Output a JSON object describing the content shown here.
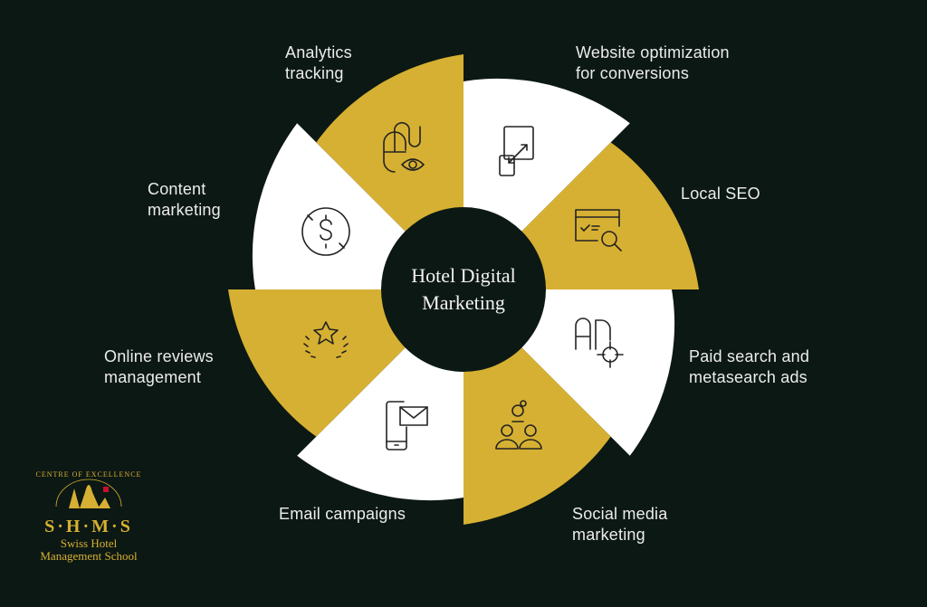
{
  "colors": {
    "background": "#0c1814",
    "gold": "#d6b032",
    "white": "#ffffff",
    "center": "#0c1814"
  },
  "center": {
    "line1": "Hotel Digital",
    "line2": "Marketing"
  },
  "segments": [
    {
      "id": "website",
      "label_lines": [
        "Website optimization",
        "for conversions"
      ],
      "fill": "white",
      "icon": "resize-devices-icon"
    },
    {
      "id": "local-seo",
      "label_lines": [
        "Local SEO"
      ],
      "fill": "gold",
      "icon": "browser-search-icon"
    },
    {
      "id": "paid-search",
      "label_lines": [
        "Paid search and",
        "metasearch ads"
      ],
      "fill": "white",
      "icon": "ad-target-icon"
    },
    {
      "id": "social",
      "label_lines": [
        "Social media",
        "marketing"
      ],
      "fill": "gold",
      "icon": "people-network-icon"
    },
    {
      "id": "email",
      "label_lines": [
        "Email campaigns"
      ],
      "fill": "white",
      "icon": "phone-mail-icon"
    },
    {
      "id": "reviews",
      "label_lines": [
        "Online reviews",
        "management"
      ],
      "fill": "gold",
      "icon": "star-laurel-icon"
    },
    {
      "id": "content",
      "label_lines": [
        "Content",
        "marketing"
      ],
      "fill": "white",
      "icon": "dollar-coin-icon"
    },
    {
      "id": "analytics",
      "label_lines": [
        "Analytics",
        "tracking"
      ],
      "fill": "gold",
      "icon": "mouse-eye-icon"
    }
  ],
  "logo": {
    "arc_text": "CENTRE OF EXCELLENCE",
    "abbr": "S·H·M·S",
    "name_line1": "Swiss Hotel",
    "name_line2": "Management School"
  }
}
